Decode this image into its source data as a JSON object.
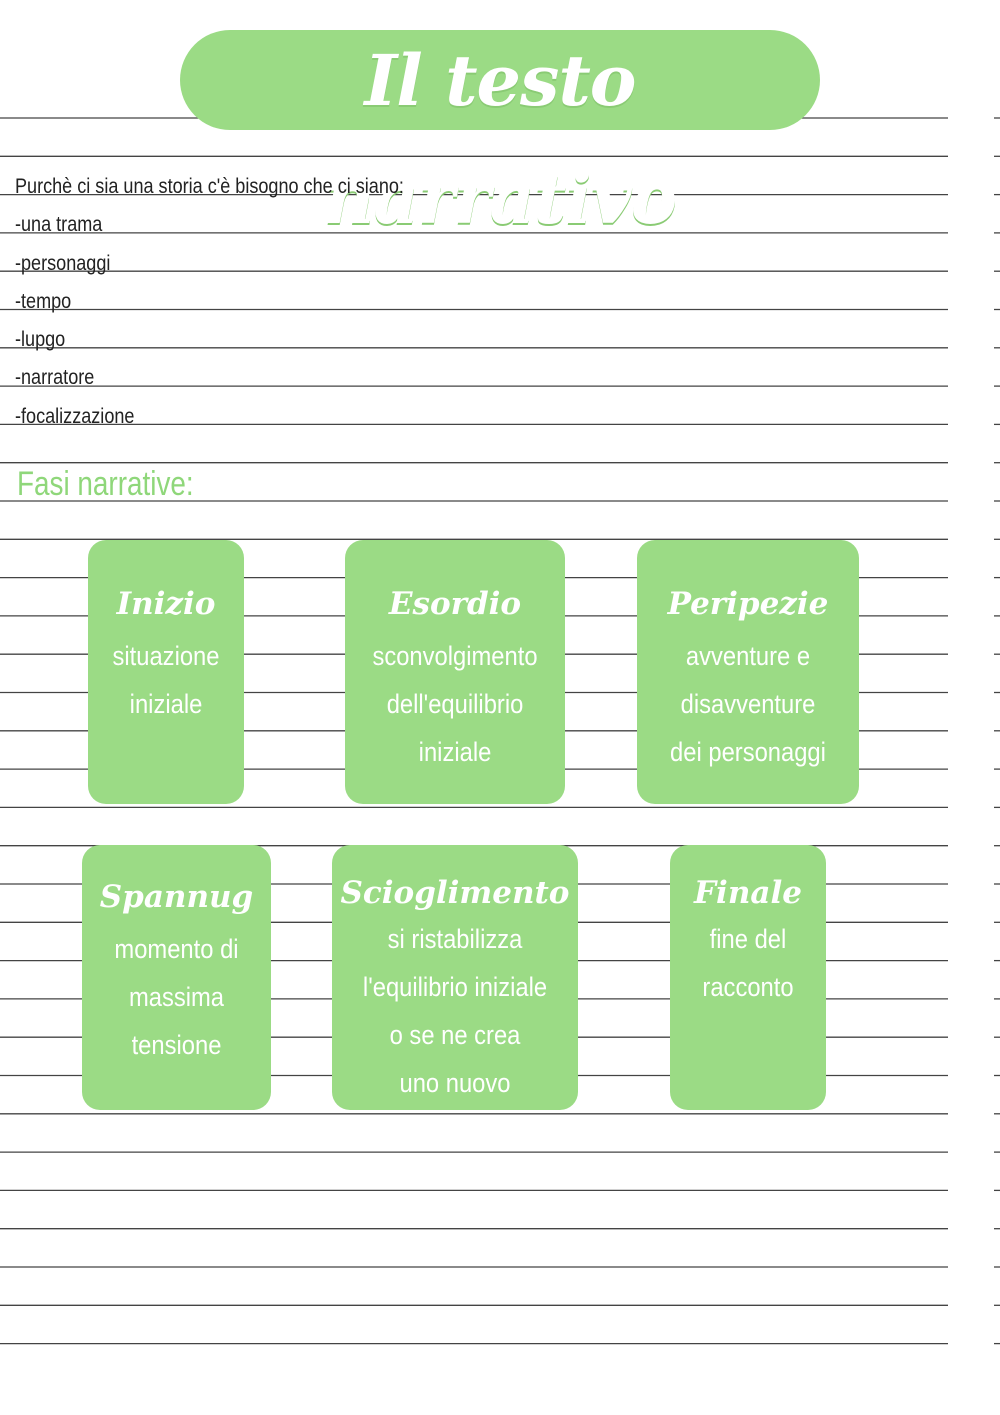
{
  "title": "Il testo narrativo",
  "intro": {
    "lead": "Purchè ci sia una storia c'è bisogno che ci siano:",
    "items": [
      "-una trama",
      "-personaggi",
      "-tempo",
      "-lupgo",
      "-narratore",
      "-focalizzazione"
    ]
  },
  "section_title": "Fasi narrative:",
  "phases": [
    {
      "title": "Inizio",
      "desc": "situazione\niniziale"
    },
    {
      "title": "Esordio",
      "desc": "sconvolgimento\ndell'equilibrio\niniziale"
    },
    {
      "title": "Peripezie",
      "desc": "avventure e\ndisavventure\ndei personaggi"
    },
    {
      "title": "Spannug",
      "desc": "momento di\nmassima\ntensione"
    },
    {
      "title": "Scioglimento",
      "desc": "si ristabilizza\nl'equilibrio iniziale\no se ne crea\nuno nuovo"
    },
    {
      "title": "Finale",
      "desc": "fine del\nracconto"
    }
  ],
  "colors": {
    "accent": "#9bdb85",
    "section_text": "#8fd77a",
    "ruled_line": "#444444"
  }
}
